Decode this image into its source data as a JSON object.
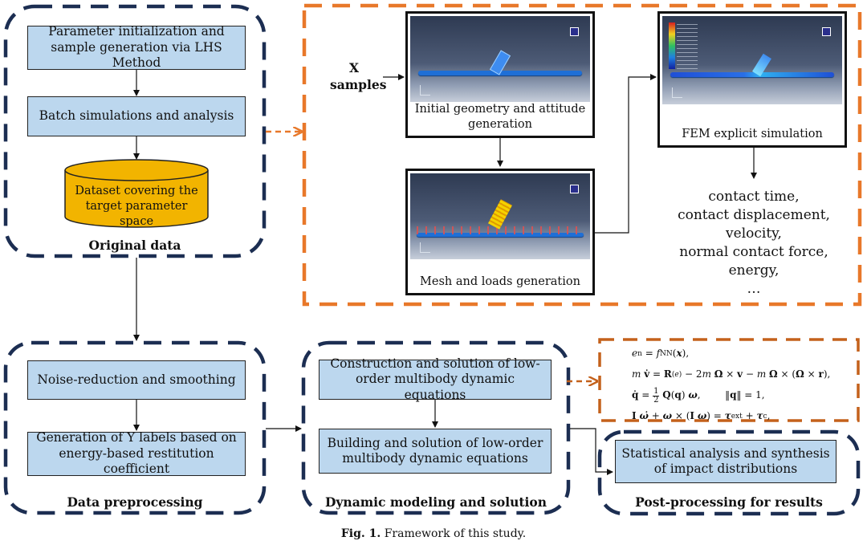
{
  "original": {
    "step1": "Parameter initialization and sample generation via LHS Method",
    "step2": "Batch simulations and analysis",
    "dataset": "Dataset covering the target parameter space",
    "label": "Original data"
  },
  "fem": {
    "x_label": "X",
    "samples_label": "samples",
    "panel1_caption": "Initial geometry and attitude generation",
    "panel2_caption": "Mesh and loads generation",
    "panel3_caption": "FEM explicit simulation",
    "outputs": [
      "contact time,",
      "contact displacement,",
      "velocity,",
      "normal contact force,",
      "energy,",
      "…"
    ]
  },
  "preprocessing": {
    "step1": "Noise-reduction and smoothing",
    "step2": "Generation of Y labels based on energy-based restitution coefficient",
    "label": "Data preprocessing"
  },
  "dynamic": {
    "step1": "Construction and solution of low-order multibody dynamic equations",
    "step2": "Building and solution of low-order multibody dynamic equations",
    "label": "Dynamic modeling and solution"
  },
  "post": {
    "step1": "Statistical analysis and synthesis of impact distributions",
    "label": "Post-processing for results"
  },
  "caption": {
    "prefix": "Fig. 1.",
    "text": "Framework of this study."
  },
  "colors": {
    "navy_dash": "#1c2e52",
    "orange_dash": "#e8782a",
    "rust_dash": "#c4611b",
    "box_fill": "#bcd7ee",
    "cylinder_fill": "#f2b400"
  }
}
